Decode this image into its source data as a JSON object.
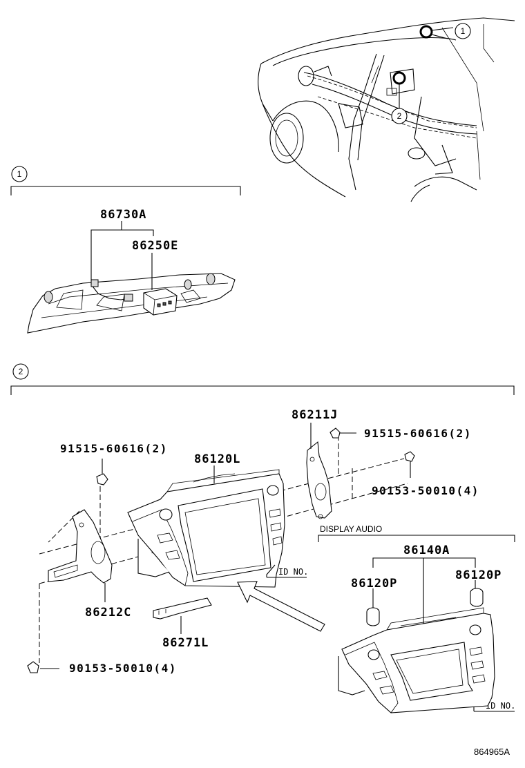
{
  "callouts": {
    "c1_label": "1",
    "c2_label": "2"
  },
  "section1": {
    "label": "1",
    "part_86730A": "86730A",
    "part_86250E": "86250E"
  },
  "section2": {
    "label": "2",
    "part_86211J": "86211J",
    "part_91515_right": "91515-60616(2)",
    "part_91515_left": "91515-60616(2)",
    "part_86120L": "86120L",
    "part_90153_right": "90153-50010(4)",
    "part_90153_left": "90153-50010(4)",
    "part_86212C": "86212C",
    "part_86271L": "86271L",
    "id_no_main": "ID NO.",
    "display_audio": {
      "title": "DISPLAY AUDIO",
      "part_86140A": "86140A",
      "part_86120P_left": "86120P",
      "part_86120P_right": "86120P",
      "id_no": "ID NO."
    }
  },
  "figure_number": "864965A"
}
